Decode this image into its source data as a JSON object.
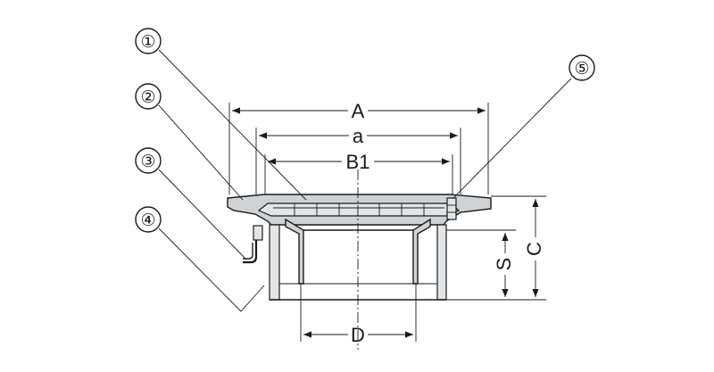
{
  "callouts": [
    {
      "label": "①"
    },
    {
      "label": "②"
    },
    {
      "label": "③"
    },
    {
      "label": "④"
    },
    {
      "label": "⑤"
    }
  ],
  "dimensions": {
    "A": "A",
    "a": "a",
    "B1": "B1",
    "C": "C",
    "S": "S",
    "D": "D"
  }
}
